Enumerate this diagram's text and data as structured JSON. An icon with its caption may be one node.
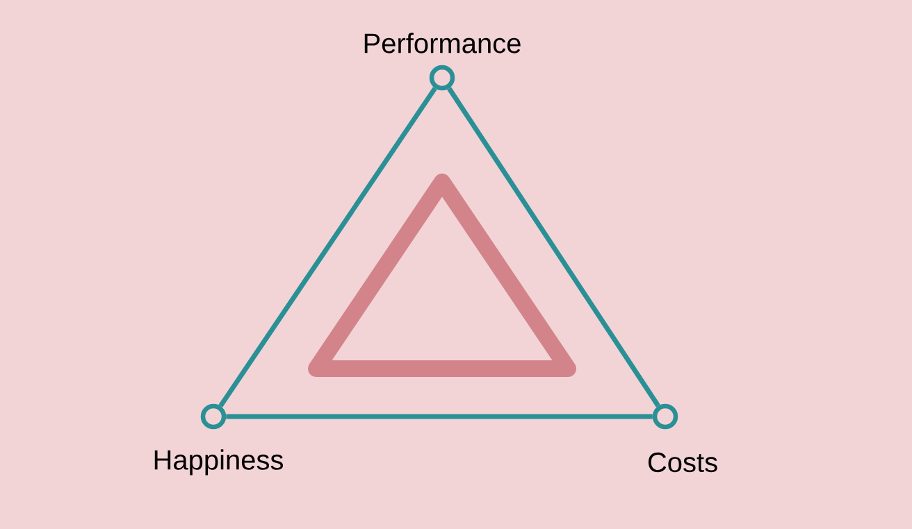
{
  "diagram": {
    "nodes": [
      {
        "text": [
          "Performance"
        ]
      },
      {
        "text": [
          "Happiness"
        ]
      },
      {
        "text": [
          "Costs"
        ]
      },
      {
        "text": [],
        "shape": "triangle"
      }
    ],
    "edges": [
      {
        "from": 0,
        "to": 1,
        "arrow": "none"
      },
      {
        "from": 1,
        "to": 2,
        "arrow": "none"
      },
      {
        "from": 2,
        "to": 0,
        "arrow": "none"
      }
    ]
  }
}
